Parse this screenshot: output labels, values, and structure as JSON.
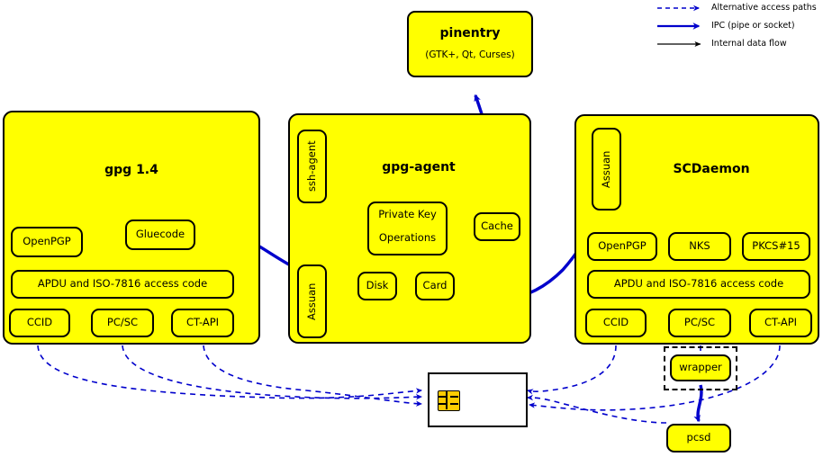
{
  "legend": {
    "items": [
      {
        "id": "alt-access",
        "label": "Alternative access paths",
        "style": "dashed-blue"
      },
      {
        "id": "ipc",
        "label": "IPC (pipe or socket)",
        "style": "thick-blue"
      },
      {
        "id": "internal",
        "label": "Internal data flow",
        "style": "thin-black"
      }
    ]
  },
  "pinentry": {
    "title": "pinentry",
    "subtitle": "(GTK+, Qt, Curses)"
  },
  "gpg": {
    "title": "gpg 1.4",
    "modules": [
      {
        "id": "openpgp",
        "label": "OpenPGP"
      },
      {
        "id": "gluecode",
        "label": "Gluecode"
      },
      {
        "id": "apdu",
        "label": "APDU and ISO-7816 access code"
      },
      {
        "id": "ccid",
        "label": "CCID"
      },
      {
        "id": "pcsc",
        "label": "PC/SC"
      },
      {
        "id": "ctapi",
        "label": "CT-API"
      }
    ]
  },
  "agent": {
    "title": "gpg-agent",
    "modules": [
      {
        "id": "ssh-agent",
        "label": "ssh-agent"
      },
      {
        "id": "assuan",
        "label": "Assuan"
      },
      {
        "id": "private-key-ops-1",
        "label": "Private Key"
      },
      {
        "id": "private-key-ops-2",
        "label": "Operations"
      },
      {
        "id": "cache",
        "label": "Cache"
      },
      {
        "id": "disk",
        "label": "Disk"
      },
      {
        "id": "card",
        "label": "Card"
      }
    ]
  },
  "scdaemon": {
    "title": "SCDaemon",
    "modules": [
      {
        "id": "assuan",
        "label": "Assuan"
      },
      {
        "id": "openpgp",
        "label": "OpenPGP"
      },
      {
        "id": "nks",
        "label": "NKS"
      },
      {
        "id": "pkcs15",
        "label": "PKCS#15"
      },
      {
        "id": "apdu",
        "label": "APDU and ISO-7816 access code"
      },
      {
        "id": "ccid",
        "label": "CCID"
      },
      {
        "id": "pcsc",
        "label": "PC/SC"
      },
      {
        "id": "ctapi",
        "label": "CT-API"
      }
    ]
  },
  "wrapper": {
    "label": "wrapper"
  },
  "pcsd": {
    "label": "pcsd"
  },
  "smartcard": {
    "label": ""
  },
  "colors": {
    "box_fill": "#ffff00",
    "outline": "#000000",
    "ipc_blue": "#0000cc",
    "card_fill": "#ffffff",
    "chip_fill": "#ffcc00"
  }
}
